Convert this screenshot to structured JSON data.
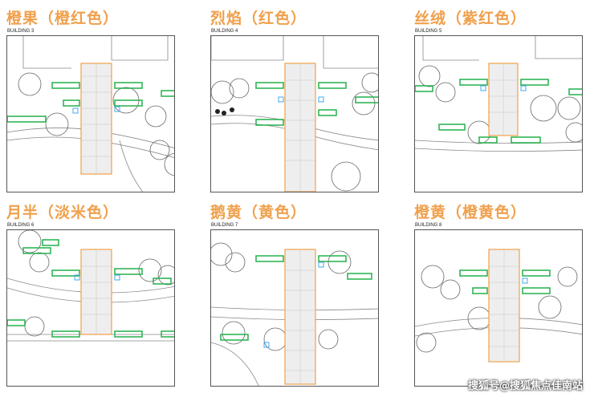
{
  "panels": [
    {
      "title": "橙果（橙红色）",
      "subtitle": "BUILDING 3"
    },
    {
      "title": "烈焰（红色）",
      "subtitle": "BUILDING 4"
    },
    {
      "title": "丝绒（紫红色）",
      "subtitle": "BUILDING 5"
    },
    {
      "title": "月半（淡米色）",
      "subtitle": "BUILDING 6"
    },
    {
      "title": "鹅黄（黄色）",
      "subtitle": "BUILDING 7"
    },
    {
      "title": "橙黄（橙黄色）",
      "subtitle": "BUILDING 8"
    }
  ],
  "watermark": "搜狐号@搜狐焦点佳南站",
  "colors": {
    "title": "#f0a04b",
    "building_outline": "#f0a04b",
    "bench": "#22b14c",
    "marker": "#3fa9f5",
    "line": "#888888"
  }
}
